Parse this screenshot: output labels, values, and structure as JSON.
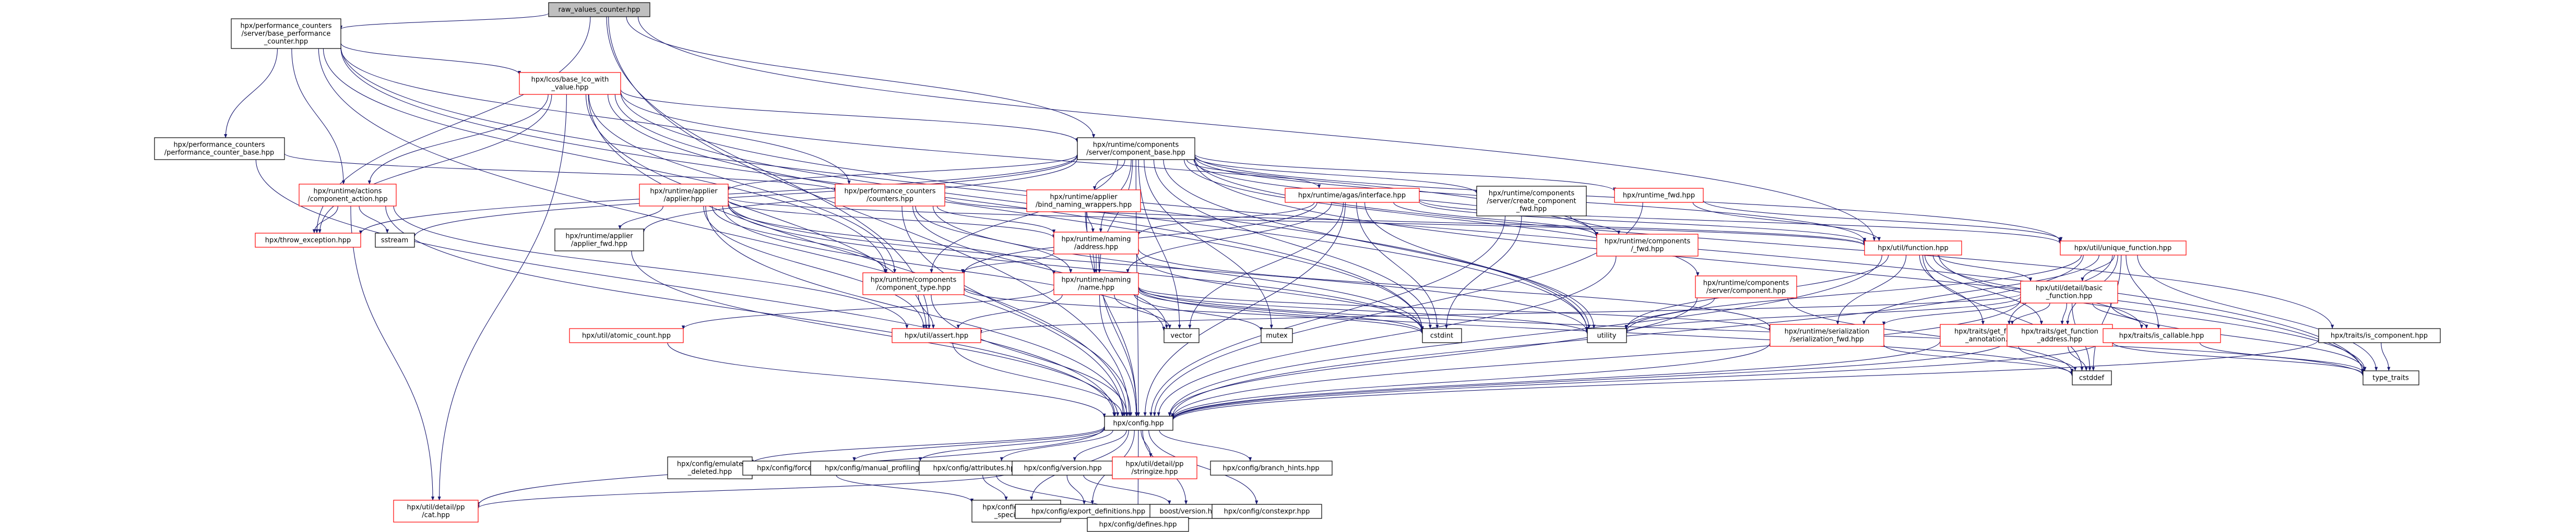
{
  "graph_title": "raw_values_counter.hpp",
  "colors": {
    "edge": "#191970",
    "root_fill": "#bfbfbf",
    "node_fill": "#ffffff",
    "node_border": "#000000",
    "truncated_border": "#ff0000"
  },
  "nodes": [
    {
      "id": "root",
      "lines": [
        "raw_values_counter.hpp"
      ],
      "kind": "root"
    },
    {
      "id": "bpc",
      "lines": [
        "hpx/performance_counters",
        "/server/base_performance",
        "_counter.hpp"
      ],
      "kind": "normal"
    },
    {
      "id": "bwv",
      "lines": [
        "hpx/lcos/base_lco_with",
        "_value.hpp"
      ],
      "kind": "truncated"
    },
    {
      "id": "cbase",
      "lines": [
        "hpx/runtime/components",
        "/server/component_base.hpp"
      ],
      "kind": "normal"
    },
    {
      "id": "pcb",
      "lines": [
        "hpx/performance_counters",
        "/performance_counter_base.hpp"
      ],
      "kind": "normal"
    },
    {
      "id": "act",
      "lines": [
        "hpx/runtime/actions",
        "/component_action.hpp"
      ],
      "kind": "truncated"
    },
    {
      "id": "thr",
      "lines": [
        "hpx/throw_exception.hpp"
      ],
      "kind": "truncated"
    },
    {
      "id": "sst",
      "lines": [
        "sstream"
      ],
      "kind": "normal"
    },
    {
      "id": "app",
      "lines": [
        "hpx/runtime/applier",
        "/applier.hpp"
      ],
      "kind": "truncated"
    },
    {
      "id": "appf",
      "lines": [
        "hpx/runtime/applier",
        "/applier_fwd.hpp"
      ],
      "kind": "normal"
    },
    {
      "id": "cnt",
      "lines": [
        "hpx/performance_counters",
        "/counters.hpp"
      ],
      "kind": "truncated"
    },
    {
      "id": "bnw",
      "lines": [
        "hpx/runtime/applier",
        "/bind_naming_wrappers.hpp"
      ],
      "kind": "truncated"
    },
    {
      "id": "agas",
      "lines": [
        "hpx/runtime/agas/interface.hpp"
      ],
      "kind": "truncated"
    },
    {
      "id": "ccf",
      "lines": [
        "hpx/runtime/components",
        "/server/create_component",
        "_fwd.hpp"
      ],
      "kind": "normal"
    },
    {
      "id": "rtf",
      "lines": [
        "hpx/runtime_fwd.hpp"
      ],
      "kind": "truncated"
    },
    {
      "id": "adr",
      "lines": [
        "hpx/runtime/naming",
        "/address.hpp"
      ],
      "kind": "truncated"
    },
    {
      "id": "compf",
      "lines": [
        "hpx/runtime/components",
        "/_fwd.hpp"
      ],
      "kind": "truncated"
    },
    {
      "id": "func",
      "lines": [
        "hpx/util/function.hpp"
      ],
      "kind": "truncated"
    },
    {
      "id": "ufunc",
      "lines": [
        "hpx/util/unique_function.hpp"
      ],
      "kind": "truncated"
    },
    {
      "id": "ctype",
      "lines": [
        "hpx/runtime/components",
        "/component_type.hpp"
      ],
      "kind": "truncated"
    },
    {
      "id": "name",
      "lines": [
        "hpx/runtime/naming",
        "/name.hpp"
      ],
      "kind": "truncated"
    },
    {
      "id": "scomp",
      "lines": [
        "hpx/runtime/components",
        "/server/component.hpp"
      ],
      "kind": "truncated"
    },
    {
      "id": "fbase",
      "lines": [
        "hpx/util/detail/basic",
        "_function.hpp"
      ],
      "kind": "truncated"
    },
    {
      "id": "atc",
      "lines": [
        "hpx/util/atomic_count.hpp"
      ],
      "kind": "truncated"
    },
    {
      "id": "ast",
      "lines": [
        "hpx/util/assert.hpp"
      ],
      "kind": "truncated"
    },
    {
      "id": "vec",
      "lines": [
        "vector"
      ],
      "kind": "normal"
    },
    {
      "id": "mtx",
      "lines": [
        "mutex"
      ],
      "kind": "normal"
    },
    {
      "id": "cstdint",
      "lines": [
        "cstdint"
      ],
      "kind": "normal"
    },
    {
      "id": "utility",
      "lines": [
        "utility"
      ],
      "kind": "normal"
    },
    {
      "id": "serf",
      "lines": [
        "hpx/runtime/serialization",
        "/serialization_fwd.hpp"
      ],
      "kind": "truncated"
    },
    {
      "id": "gfa",
      "lines": [
        "hpx/traits/get_function",
        "_annotation.hpp"
      ],
      "kind": "truncated"
    },
    {
      "id": "gfad",
      "lines": [
        "hpx/traits/get_function",
        "_address.hpp"
      ],
      "kind": "truncated"
    },
    {
      "id": "isc",
      "lines": [
        "hpx/traits/is_callable.hpp"
      ],
      "kind": "truncated"
    },
    {
      "id": "iscomp",
      "lines": [
        "hpx/traits/is_component.hpp"
      ],
      "kind": "normal"
    },
    {
      "id": "cstddef",
      "lines": [
        "cstddef"
      ],
      "kind": "normal"
    },
    {
      "id": "ttraits",
      "lines": [
        "type_traits"
      ],
      "kind": "normal"
    },
    {
      "id": "cfg",
      "lines": [
        "hpx/config.hpp"
      ],
      "kind": "normal"
    },
    {
      "id": "ctd",
      "lines": [
        "hpx/config/emulate",
        "_deleted.hpp"
      ],
      "kind": "normal"
    },
    {
      "id": "cfi",
      "lines": [
        "hpx/config/forceinline.hpp"
      ],
      "kind": "normal"
    },
    {
      "id": "cmp",
      "lines": [
        "hpx/config/manual_profiling.hpp"
      ],
      "kind": "normal"
    },
    {
      "id": "catt",
      "lines": [
        "hpx/config/attributes.hpp"
      ],
      "kind": "normal"
    },
    {
      "id": "cver",
      "lines": [
        "hpx/config/version.hpp"
      ],
      "kind": "normal"
    },
    {
      "id": "strz",
      "lines": [
        "hpx/util/detail/pp",
        "/stringize.hpp"
      ],
      "kind": "truncated"
    },
    {
      "id": "cbt",
      "lines": [
        "hpx/config/branch_hints.hpp"
      ],
      "kind": "normal"
    },
    {
      "id": "cat",
      "lines": [
        "hpx/util/detail/pp",
        "/cat.hpp"
      ],
      "kind": "truncated"
    },
    {
      "id": "ccs",
      "lines": [
        "hpx/config/compiler",
        "_specific.hpp"
      ],
      "kind": "normal"
    },
    {
      "id": "ced",
      "lines": [
        "hpx/config/export_definitions.hpp"
      ],
      "kind": "normal"
    },
    {
      "id": "bver",
      "lines": [
        "boost/version.hpp"
      ],
      "kind": "normal"
    },
    {
      "id": "ccx",
      "lines": [
        "hpx/config/constexpr.hpp"
      ],
      "kind": "normal"
    },
    {
      "id": "cdef",
      "lines": [
        "hpx/config/defines.hpp"
      ],
      "kind": "normal"
    }
  ],
  "edges": [
    [
      "root",
      "bpc"
    ],
    [
      "root",
      "cbase"
    ],
    [
      "root",
      "cfg"
    ],
    [
      "root",
      "thr"
    ],
    [
      "root",
      "func"
    ],
    [
      "root",
      "ast"
    ],
    [
      "bpc",
      "bwv"
    ],
    [
      "bpc",
      "pcb"
    ],
    [
      "bpc",
      "cnt"
    ],
    [
      "bpc",
      "act"
    ],
    [
      "bpc",
      "cfg"
    ],
    [
      "bpc",
      "ctype"
    ],
    [
      "bpc",
      "cstdint"
    ],
    [
      "bpc",
      "utility"
    ],
    [
      "bwv",
      "cbase"
    ],
    [
      "bwv",
      "act"
    ],
    [
      "bwv",
      "thr"
    ],
    [
      "bwv",
      "cfg"
    ],
    [
      "bwv",
      "ctype"
    ],
    [
      "bwv",
      "ast"
    ],
    [
      "bwv",
      "cat"
    ],
    [
      "bwv",
      "utility"
    ],
    [
      "bwv",
      "ttraits"
    ],
    [
      "bwv",
      "cstdint"
    ],
    [
      "bwv",
      "compf"
    ],
    [
      "pcb",
      "cnt"
    ],
    [
      "pcb",
      "cfg"
    ],
    [
      "cbase",
      "app"
    ],
    [
      "cbase",
      "appf"
    ],
    [
      "cbase",
      "bnw"
    ],
    [
      "cbase",
      "agas"
    ],
    [
      "cbase",
      "ccf"
    ],
    [
      "cbase",
      "rtf"
    ],
    [
      "cbase",
      "compf"
    ],
    [
      "cbase",
      "adr"
    ],
    [
      "cbase",
      "name"
    ],
    [
      "cbase",
      "iscomp"
    ],
    [
      "cbase",
      "func"
    ],
    [
      "cbase",
      "ufunc"
    ],
    [
      "cbase",
      "sst"
    ],
    [
      "cbase",
      "thr"
    ],
    [
      "cbase",
      "cfg"
    ],
    [
      "cbase",
      "mtx"
    ],
    [
      "cbase",
      "cstdint"
    ],
    [
      "cbase",
      "utility"
    ],
    [
      "cbase",
      "ttraits"
    ],
    [
      "cbase",
      "ctype"
    ],
    [
      "cbase",
      "vec"
    ],
    [
      "cbase",
      "scomp"
    ],
    [
      "act",
      "thr"
    ],
    [
      "act",
      "sst"
    ],
    [
      "act",
      "cfg"
    ],
    [
      "act",
      "cat"
    ],
    [
      "act",
      "ast"
    ],
    [
      "app",
      "appf"
    ],
    [
      "app",
      "adr"
    ],
    [
      "app",
      "name"
    ],
    [
      "app",
      "ctype"
    ],
    [
      "app",
      "ast"
    ],
    [
      "app",
      "cfg"
    ],
    [
      "app",
      "vec"
    ],
    [
      "app",
      "cstdint"
    ],
    [
      "app",
      "utility"
    ],
    [
      "app",
      "func"
    ],
    [
      "appf",
      "cfg"
    ],
    [
      "cnt",
      "adr"
    ],
    [
      "cnt",
      "name"
    ],
    [
      "cnt",
      "cfg"
    ],
    [
      "cnt",
      "vec"
    ],
    [
      "cnt",
      "cstdint"
    ],
    [
      "cnt",
      "func"
    ],
    [
      "bnw",
      "adr"
    ],
    [
      "bnw",
      "name"
    ],
    [
      "bnw",
      "cfg"
    ],
    [
      "agas",
      "adr"
    ],
    [
      "agas",
      "name"
    ],
    [
      "agas",
      "ctype"
    ],
    [
      "agas",
      "cfg"
    ],
    [
      "agas",
      "func"
    ],
    [
      "agas",
      "ufunc"
    ],
    [
      "agas",
      "cstdint"
    ],
    [
      "agas",
      "vec"
    ],
    [
      "agas",
      "compf"
    ],
    [
      "agas",
      "utility"
    ],
    [
      "ccf",
      "cfg"
    ],
    [
      "ccf",
      "cstdint"
    ],
    [
      "ccf",
      "compf"
    ],
    [
      "rtf",
      "func"
    ],
    [
      "rtf",
      "cfg"
    ],
    [
      "rtf",
      "ufunc"
    ],
    [
      "adr",
      "ctype"
    ],
    [
      "adr",
      "name"
    ],
    [
      "adr",
      "serf"
    ],
    [
      "adr",
      "cfg"
    ],
    [
      "adr",
      "cstdint"
    ],
    [
      "compf",
      "cfg"
    ],
    [
      "func",
      "fbase"
    ],
    [
      "func",
      "gfa"
    ],
    [
      "func",
      "gfad"
    ],
    [
      "func",
      "isc"
    ],
    [
      "func",
      "cfg"
    ],
    [
      "func",
      "serf"
    ],
    [
      "func",
      "cstddef"
    ],
    [
      "func",
      "ttraits"
    ],
    [
      "func",
      "utility"
    ],
    [
      "ufunc",
      "fbase"
    ],
    [
      "ufunc",
      "gfa"
    ],
    [
      "ufunc",
      "gfad"
    ],
    [
      "ufunc",
      "isc"
    ],
    [
      "ufunc",
      "cfg"
    ],
    [
      "ufunc",
      "serf"
    ],
    [
      "ufunc",
      "cstddef"
    ],
    [
      "ufunc",
      "ttraits"
    ],
    [
      "ufunc",
      "utility"
    ],
    [
      "ctype",
      "cfg"
    ],
    [
      "ctype",
      "ast"
    ],
    [
      "ctype",
      "cstdint"
    ],
    [
      "name",
      "atc"
    ],
    [
      "name",
      "ast"
    ],
    [
      "name",
      "serf"
    ],
    [
      "name",
      "cfg"
    ],
    [
      "name",
      "mtx"
    ],
    [
      "name",
      "vec"
    ],
    [
      "name",
      "cstdint"
    ],
    [
      "name",
      "utility"
    ],
    [
      "name",
      "ttraits"
    ],
    [
      "name",
      "cstddef"
    ],
    [
      "scomp",
      "cfg"
    ],
    [
      "scomp",
      "cstddef"
    ],
    [
      "scomp",
      "utility"
    ],
    [
      "fbase",
      "gfa"
    ],
    [
      "fbase",
      "gfad"
    ],
    [
      "fbase",
      "isc"
    ],
    [
      "fbase",
      "serf"
    ],
    [
      "fbase",
      "ast"
    ],
    [
      "fbase",
      "cfg"
    ],
    [
      "fbase",
      "cstddef"
    ],
    [
      "fbase",
      "ttraits"
    ],
    [
      "fbase",
      "utility"
    ],
    [
      "atc",
      "cfg"
    ],
    [
      "ast",
      "cfg"
    ],
    [
      "serf",
      "cfg"
    ],
    [
      "serf",
      "cstddef"
    ],
    [
      "gfa",
      "cfg"
    ],
    [
      "gfa",
      "cstddef"
    ],
    [
      "gfad",
      "cfg"
    ],
    [
      "gfad",
      "cstddef"
    ],
    [
      "gfad",
      "ttraits"
    ],
    [
      "isc",
      "cfg"
    ],
    [
      "isc",
      "ttraits"
    ],
    [
      "iscomp",
      "cfg"
    ],
    [
      "iscomp",
      "ttraits"
    ],
    [
      "cfg",
      "ctd"
    ],
    [
      "cfg",
      "cfi"
    ],
    [
      "cfg",
      "cmp"
    ],
    [
      "cfg",
      "catt"
    ],
    [
      "cfg",
      "cver"
    ],
    [
      "cfg",
      "strz"
    ],
    [
      "cfg",
      "cbt"
    ],
    [
      "cfg",
      "cat"
    ],
    [
      "cfg",
      "ccs"
    ],
    [
      "cfg",
      "ced"
    ],
    [
      "cfg",
      "bver"
    ],
    [
      "cfg",
      "ccx"
    ],
    [
      "cfg",
      "cdef"
    ],
    [
      "cfi",
      "ccs"
    ],
    [
      "catt",
      "ccs"
    ],
    [
      "catt",
      "cdef"
    ],
    [
      "cver",
      "ced"
    ],
    [
      "cver",
      "cat"
    ],
    [
      "cver",
      "bver"
    ],
    [
      "ccs",
      "cdef"
    ],
    [
      "ccx",
      "cdef"
    ]
  ]
}
